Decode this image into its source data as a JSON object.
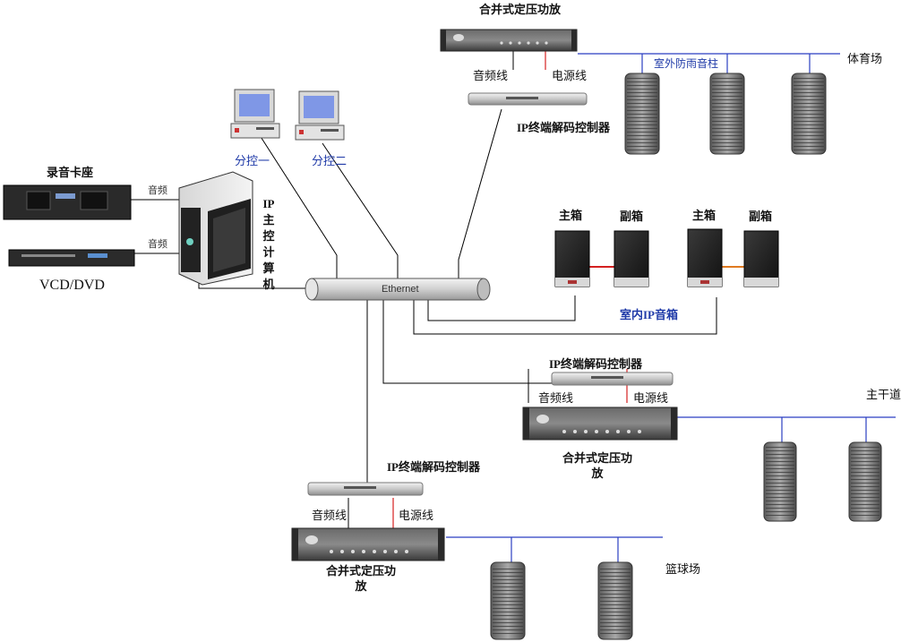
{
  "labels": {
    "amp_top": "合并式定压功放",
    "audio_top": "音频线",
    "power_top": "电源线",
    "decoder_top": "IP终端解码控制器",
    "outdoor_column": "室外防雨音柱",
    "stadium": "体育场",
    "sub1": "分控一",
    "sub2": "分控二",
    "tape_deck": "录音卡座",
    "audio_a": "音频",
    "audio_b": "音频",
    "vcd": "VCD/DVD",
    "ip_main": "IP主控计算机",
    "ethernet": "Ethernet",
    "main_box_1": "主箱",
    "sub_box_1": "副箱",
    "main_box_2": "主箱",
    "sub_box_2": "副箱",
    "indoor_ip": "室内IP音箱",
    "decoder_mid": "IP终端解码控制器",
    "audio_mid": "音频线",
    "power_mid": "电源线",
    "trunk_road": "主干道",
    "amp_mid": "合并式定压功放",
    "decoder_bot": "IP终端解码控制器",
    "audio_bot": "音频线",
    "power_bot": "电源线",
    "amp_bot": "合并式定压功放",
    "basketball": "篮球场"
  },
  "colors": {
    "line": "#000000",
    "blue_line": "#2b3fc2",
    "red_line": "#d42020",
    "orange_line": "#e07a20",
    "label_blue": "#1f3aa8"
  }
}
